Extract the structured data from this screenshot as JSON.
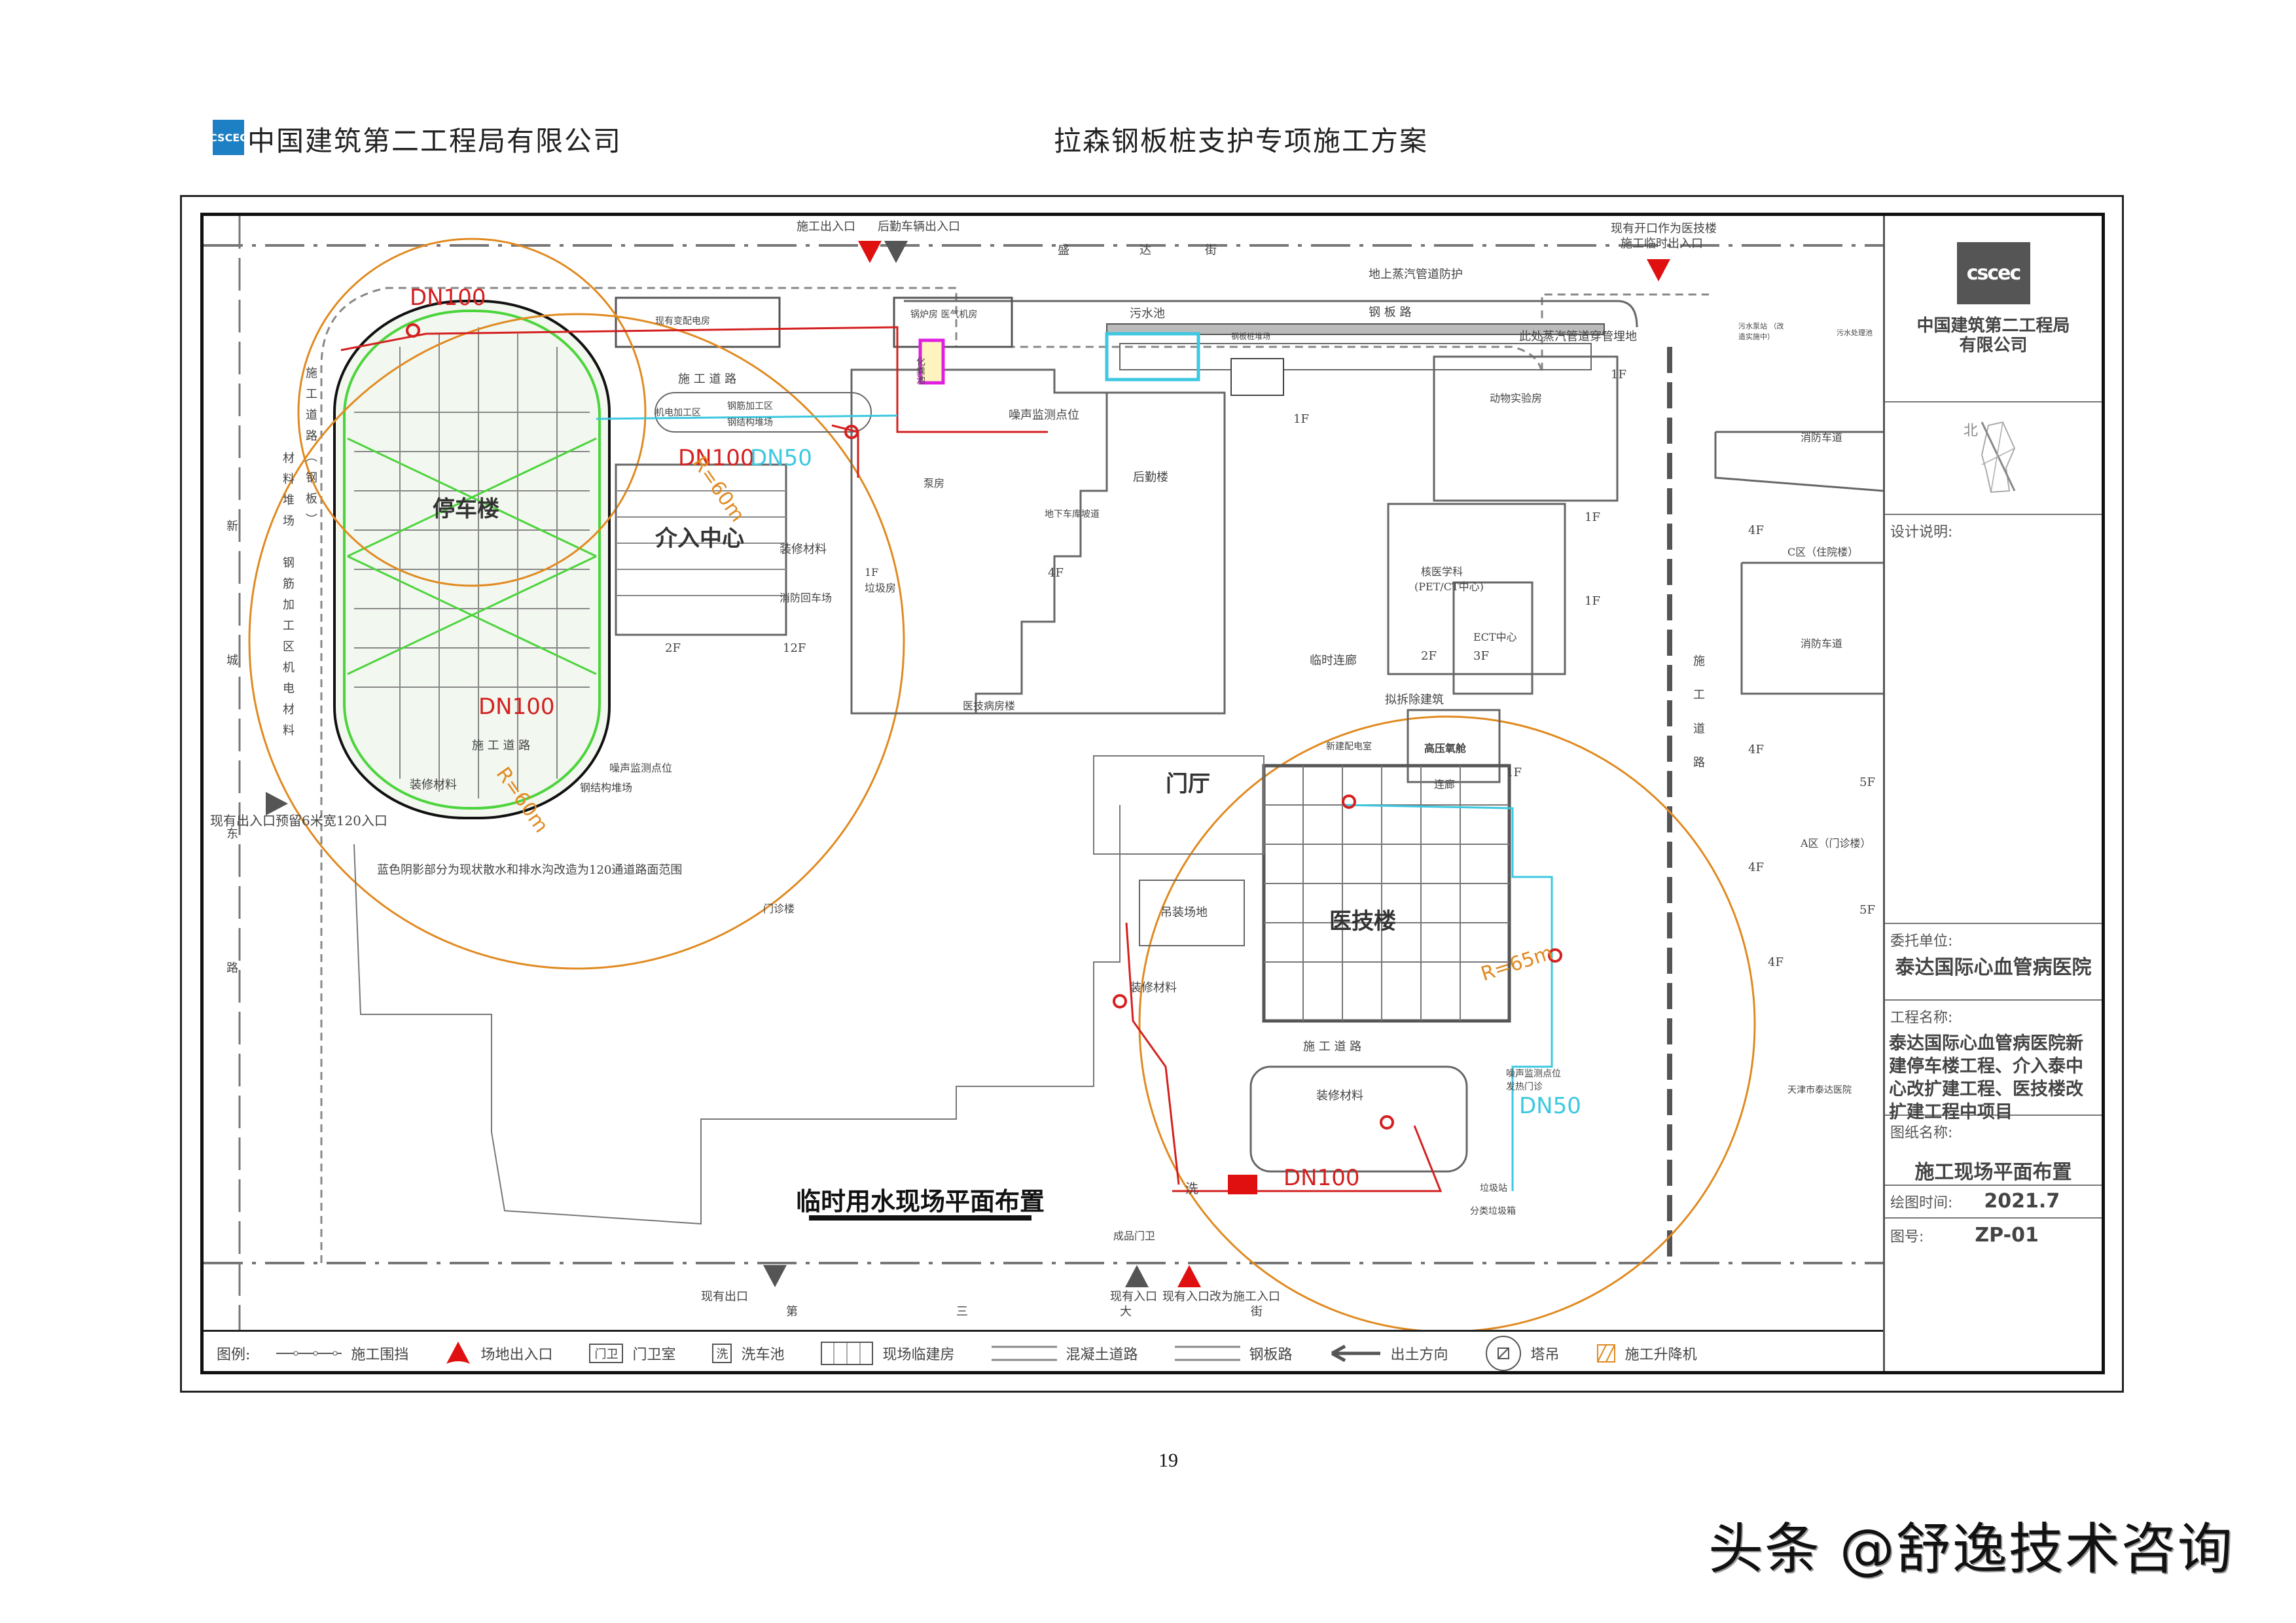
{
  "header": {
    "company": "中国建筑第二工程局有限公司",
    "document_title": "拉森钢板桩支护专项施工方案",
    "logo_icon": "cscec-logo-icon"
  },
  "drawing": {
    "plan_title": "临时用水现场平面布置",
    "top_labels": {
      "construction_gate": "施工出入口",
      "logistics_gate": "后勤车辆出入口",
      "north_street": [
        "盛",
        "达",
        "街"
      ],
      "opening_gate_line1": "现有开口作为医技楼",
      "opening_gate_line2": "施工临时出入口",
      "steam_pipe_protect": "地上蒸汽管道防护",
      "steel_plate_road": "钢 板 路",
      "steam_pipe_buried": "此处蒸汽管道穿管埋地",
      "sewage_pool": "污水池",
      "steel_pile_yard": "钢板桩堆场",
      "existing_substation": "现有变配电房",
      "boiler_room": "锅炉房 医气机房",
      "finished_gate": "成品门卫",
      "guard": "门卫",
      "wash": "洗"
    },
    "left_labels": {
      "construction_road": "施 工 道 路",
      "mep_area": "机电加工区",
      "rebar_area": "钢筋加工区",
      "steel_yard": "钢结构堆场",
      "parking_building": "停车楼",
      "intervention_center": "介入中心",
      "decoration_material": "装修材料",
      "fire_truck_area": "消防回车场",
      "garbage_room": "垃圾房",
      "garbage_floor": "1F",
      "road_steel": "施工道路（钢板）",
      "rebar_zone": "钢筋加工区",
      "material_yard": "材料堆场",
      "mep_material": "机电材料",
      "west_road": [
        "新",
        "城",
        "路"
      ],
      "east_text": "东",
      "existing_gate_reserve": "现有出入口预留6米宽120入口",
      "noise_point": "噪声监测点位",
      "blue_shade_note": "蓝色阴影部分为现状散水和排水沟改造为120通道路面范围",
      "outpatient": "门诊楼",
      "floor_2f": "2F",
      "floor_12f": "12F"
    },
    "center_labels": {
      "chemical_pool": "化粪池",
      "pump_room": "泵房",
      "noise_point": "噪声监测点位",
      "logistics_building": "后勤楼",
      "garage_ramp": "地下车库坡道",
      "floor_4f": "4F",
      "floor_1f": "1F",
      "ward_building": "医技病房楼",
      "temp_corridor": "临时连廊",
      "to_demolish": "拟拆除建筑",
      "new_room": "新建配电室",
      "lobby": "门厅",
      "hoist_area": "吊装场地",
      "decoration_material": "装修材料",
      "medical_tech_building": "医技楼",
      "construction_road": "施 工 道 路",
      "corridor": "连廊",
      "noise_point_fever": "噪声监测点位 发热门诊",
      "sorting_garbage": "分类垃圾箱",
      "garbage_station": "垃圾站",
      "finished_gate": "成品门卫",
      "wash": "洗"
    },
    "right_labels": {
      "animal_lab": "动物实验房",
      "nuclear_med": "核医学科",
      "pet_ct": "(PET/CT中心)",
      "ect_center": "ECT中心",
      "high_voltage": "高压氧舱",
      "c_zone": "C区（住院楼）",
      "a_zone": "A区（门诊楼）",
      "fire_lane": "消防车道",
      "tianjin_hospital": "天津市泰达医院",
      "sewage_station": "污水泵站 （改造实施中）",
      "sewage_treatment": "污水处理池",
      "construction_road": "施 工 道 路",
      "floors": [
        "1F",
        "1F",
        "1F",
        "2F",
        "3F",
        "4F",
        "4F",
        "5F",
        "4F",
        "5F",
        "4F",
        "1F"
      ]
    },
    "bottom_labels": {
      "existing_exit": "现有出口",
      "existing_entrance": "现有入口",
      "entrance_converted": "现有入口改为施工入口",
      "south_street": [
        "第",
        "三",
        "大",
        "街"
      ]
    },
    "pipes": {
      "dn100": "DN100",
      "dn50": "DN50",
      "radius_60": "R=60m",
      "radius_65": "R=65m"
    }
  },
  "legend": {
    "title": "图例:",
    "items": [
      {
        "icon": "fence-line-icon",
        "label": "施工围挡"
      },
      {
        "icon": "site-entrance-icon",
        "label": "场地出入口"
      },
      {
        "icon": "guard-room-icon",
        "label": "门卫室",
        "glyph": "门卫"
      },
      {
        "icon": "car-wash-icon",
        "label": "洗车池",
        "glyph": "洗"
      },
      {
        "icon": "temporary-building-icon",
        "label": "现场临建房"
      },
      {
        "icon": "concrete-road-icon",
        "label": "混凝土道路"
      },
      {
        "icon": "steel-plate-road-icon",
        "label": "钢板路"
      },
      {
        "icon": "arrow-left-icon",
        "label": "出土方向"
      },
      {
        "icon": "tower-crane-icon",
        "label": "塔吊"
      },
      {
        "icon": "construction-hoist-icon",
        "label": "施工升降机"
      }
    ]
  },
  "title_block": {
    "company_line1": "中国建筑第二工程局",
    "company_line2": "有限公司",
    "north_label": "北",
    "design_note_label": "设计说明:",
    "client_label": "委托单位:",
    "client_value": "泰达国际心血管病医院",
    "project_label": "工程名称:",
    "project_value": "泰达国际心血管病医院新建停车楼工程、介入泰中心改扩建工程、医技楼改扩建工程中项目",
    "drawing_name_label": "图纸名称:",
    "drawing_name_value": "施工现场平面布置",
    "date_label": "绘图时间:",
    "date_value": "2021.7",
    "number_label": "图号:",
    "number_value": "ZP-01"
  },
  "page_number": "19",
  "watermark": "头条 @舒逸技术咨询",
  "colors": {
    "water_pipe": "#d42020",
    "dn50_pipe": "#3cc8e0",
    "crane_radius": "#e08a20",
    "support_green": "#4cd43c",
    "marker_magenta": "#e020e0",
    "header_logo": "#1d7fc4"
  }
}
